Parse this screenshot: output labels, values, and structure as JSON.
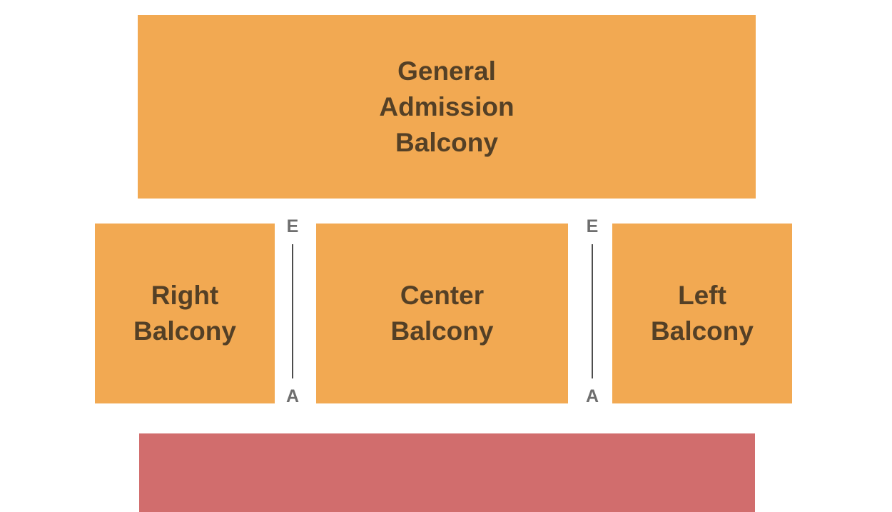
{
  "colors": {
    "section_fill": "#F2A952",
    "stage_fill": "#D16D6D",
    "section_text": "#544026",
    "divider_text": "#6E6E6E",
    "divider_line": "#4D4D4D"
  },
  "sections": {
    "general_admission_balcony": {
      "name": "General Admission Balcony",
      "lines": [
        "General",
        "Admission",
        "Balcony"
      ]
    },
    "right_balcony": {
      "name": "Right Balcony",
      "lines": [
        "Right",
        "Balcony"
      ]
    },
    "center_balcony": {
      "name": "Center Balcony",
      "lines": [
        "Center",
        "Balcony"
      ]
    },
    "left_balcony": {
      "name": "Left Balcony",
      "lines": [
        "Left",
        "Balcony"
      ]
    }
  },
  "dividers": {
    "left": {
      "top": "E",
      "bottom": "A"
    },
    "right": {
      "top": "E",
      "bottom": "A"
    }
  }
}
